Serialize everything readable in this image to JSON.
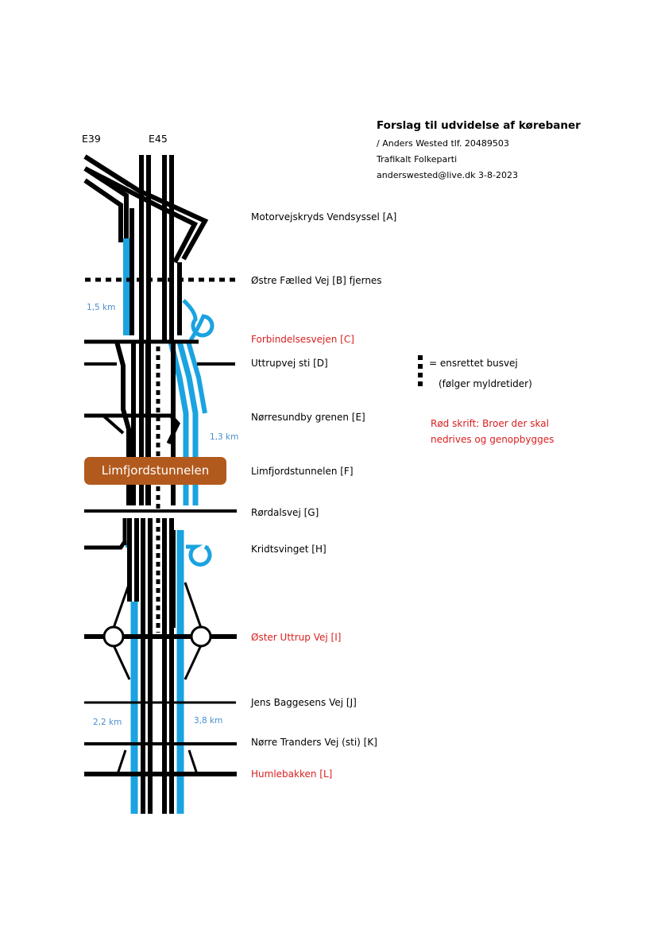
{
  "header": {
    "title": "Forslag til udvidelse af kørebaner",
    "author": "/ Anders Wested tlf. 20489503",
    "party": "Trafikalt Folkeparti",
    "contact": "anderswested@live.dk   3-8-2023"
  },
  "highways": {
    "e39": "E39",
    "e45": "E45"
  },
  "roads": [
    {
      "key": "A",
      "label": "Motorvejskryds Vendsyssel [A]",
      "rebuild": false
    },
    {
      "key": "B",
      "label": "Østre Fælled Vej [B] fjernes",
      "rebuild": false
    },
    {
      "key": "C",
      "label": "Forbindelsesvejen [C]",
      "rebuild": true
    },
    {
      "key": "D",
      "label": "Uttrupvej sti [D]",
      "rebuild": false
    },
    {
      "key": "E",
      "label": "Nørresundby grenen [E]",
      "rebuild": false
    },
    {
      "key": "F",
      "label": "Limfjordstunnelen [F]",
      "rebuild": false
    },
    {
      "key": "G",
      "label": "Rørdalsvej [G]",
      "rebuild": false
    },
    {
      "key": "H",
      "label": "Kridtsvinget [H]",
      "rebuild": false
    },
    {
      "key": "I",
      "label": "Øster Uttrup Vej [I]",
      "rebuild": true
    },
    {
      "key": "J",
      "label": "Jens Baggesens Vej [J]",
      "rebuild": false
    },
    {
      "key": "K",
      "label": "Nørre Tranders Vej (sti) [K]",
      "rebuild": false
    },
    {
      "key": "L",
      "label": "Humlebakken [L]",
      "rebuild": true
    }
  ],
  "tunnel_label": "Limfjordstunnelen",
  "distances": {
    "d1": "1,5 km",
    "d2": "1,3 km",
    "d3": "2,2 km",
    "d4": "3,8 km"
  },
  "legend": {
    "bus_line1": "= ensrettet busvej",
    "bus_line2": "(følger myldretider)",
    "red_line1": "Rød skrift: Broer der skal",
    "red_line2": "nedrives og genopbygges"
  },
  "colors": {
    "road": "#000000",
    "new_lane": "#1aa3e0",
    "rebuild_text": "#d9201f",
    "tunnel": "#b25a1e",
    "distance": "#4a8fcf"
  }
}
